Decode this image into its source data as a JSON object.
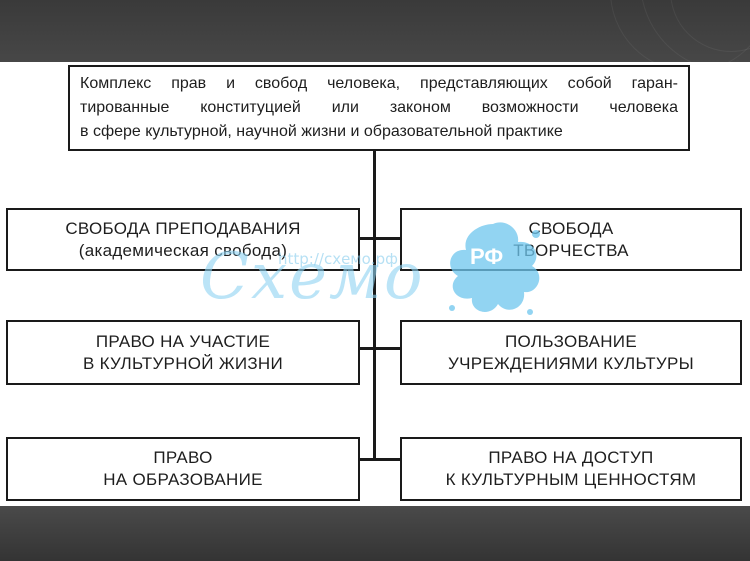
{
  "diagram": {
    "root": {
      "lines": [
        "Комплекс прав и свобод человека, представляющих собой гаран-",
        "тированные конституцией или законом возможности человека",
        "в сфере культурной, научной жизни и образовательной практике"
      ]
    },
    "left": [
      {
        "lines": [
          "СВОБОДА ПРЕПОДАВАНИЯ",
          "(академическая свобода)"
        ]
      },
      {
        "lines": [
          "ПРАВО НА УЧАСТИЕ",
          "В КУЛЬТУРНОЙ ЖИЗНИ"
        ]
      },
      {
        "lines": [
          "ПРАВО",
          "НА ОБРАЗОВАНИЕ"
        ]
      }
    ],
    "right": [
      {
        "lines": [
          "СВОБОДА",
          "ТВОРЧЕСТВА"
        ]
      },
      {
        "lines": [
          "ПОЛЬЗОВАНИЕ",
          "УЧРЕЖДЕНИЯМИ КУЛЬТУРЫ"
        ]
      },
      {
        "lines": [
          "ПРАВО НА ДОСТУП",
          "К КУЛЬТУРНЫМ ЦЕННОСТЯМ"
        ]
      }
    ]
  },
  "watermark": {
    "url": "http://схемо.рф",
    "word": "Схемо",
    "badge": "РФ"
  },
  "colors": {
    "slide_frame": "#3d3d3d",
    "box_border": "#1a1a1a",
    "watermark": "#8fd3f2",
    "splash": "#6ec6ee"
  }
}
